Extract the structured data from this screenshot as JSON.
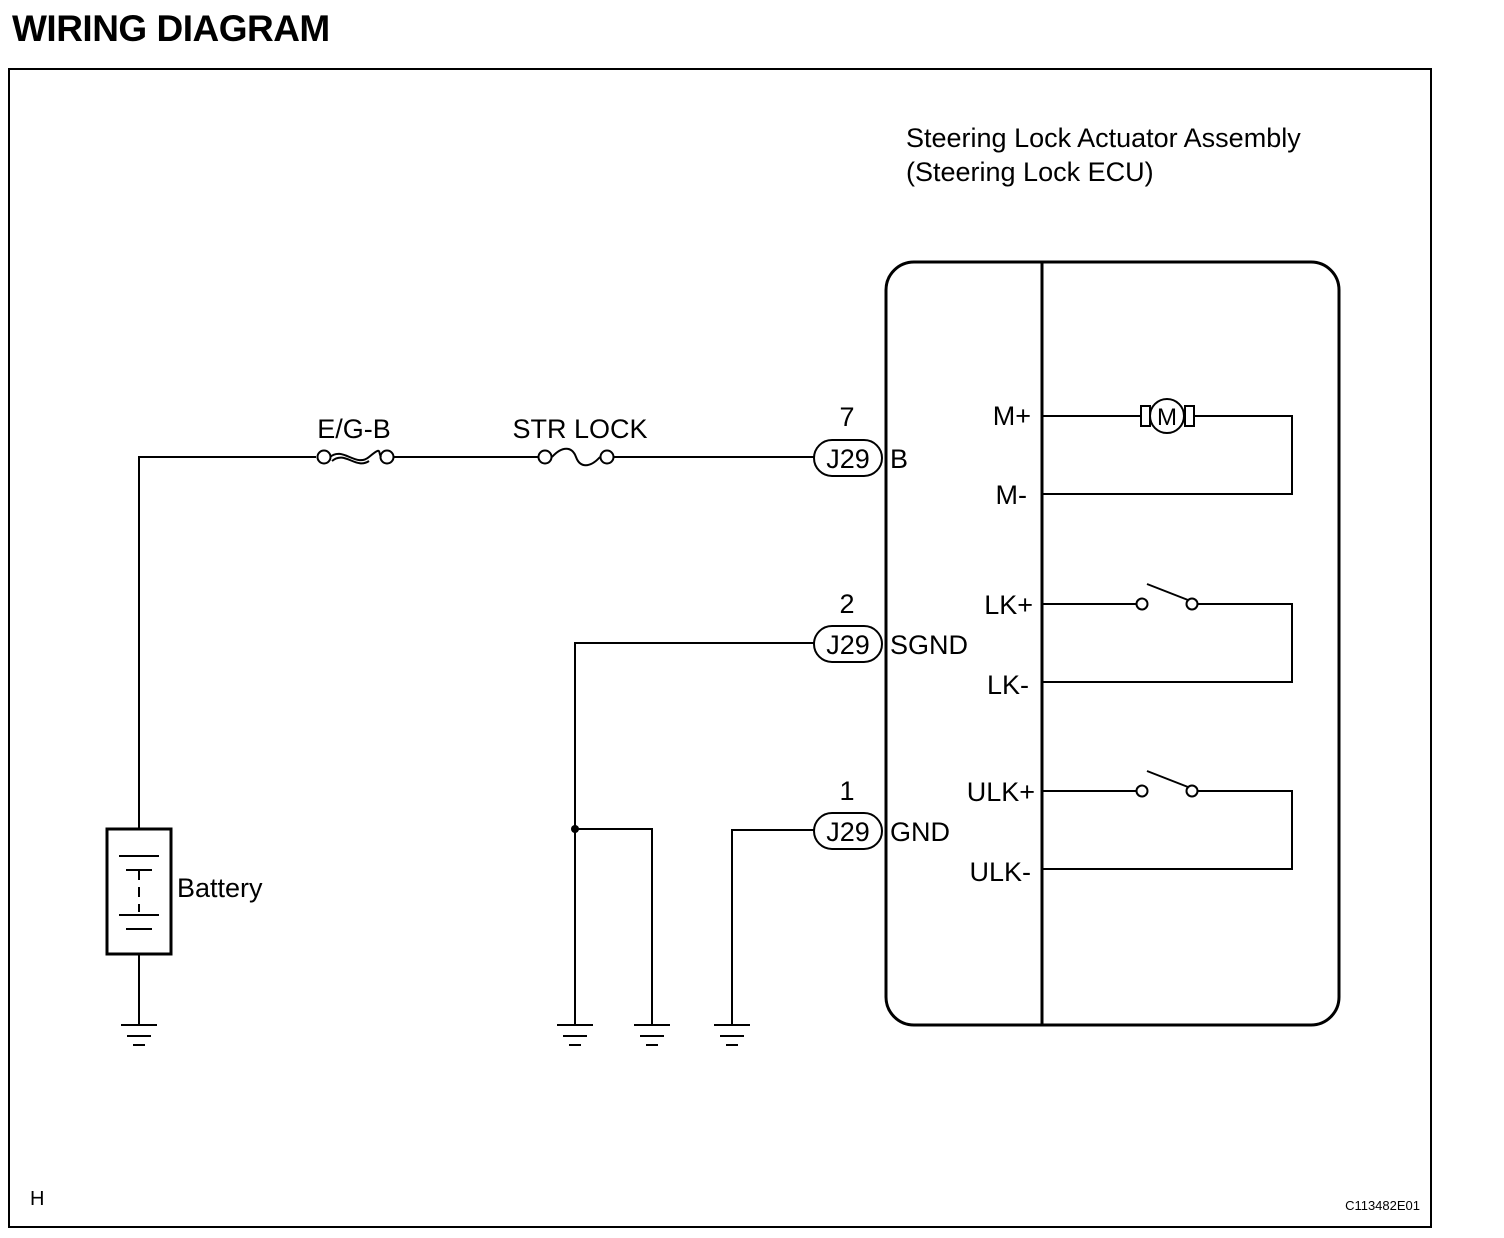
{
  "title": "WIRING DIAGRAM",
  "component": {
    "name_line1": "Steering Lock Actuator Assembly",
    "name_line2": "(Steering Lock ECU)"
  },
  "fuses": [
    {
      "label": "E/G-B"
    },
    {
      "label": "STR LOCK"
    }
  ],
  "power_source": {
    "label": "Battery"
  },
  "connectors": [
    {
      "pin": "7",
      "connector": "J29",
      "terminal": "B"
    },
    {
      "pin": "2",
      "connector": "J29",
      "terminal": "SGND"
    },
    {
      "pin": "1",
      "connector": "J29",
      "terminal": "GND"
    }
  ],
  "internal_terminals": [
    "M+",
    "M-",
    "LK+",
    "LK-",
    "ULK+",
    "ULK-"
  ],
  "motor_symbol": "M",
  "corner_mark": "H",
  "figure_code": "C113482E01"
}
